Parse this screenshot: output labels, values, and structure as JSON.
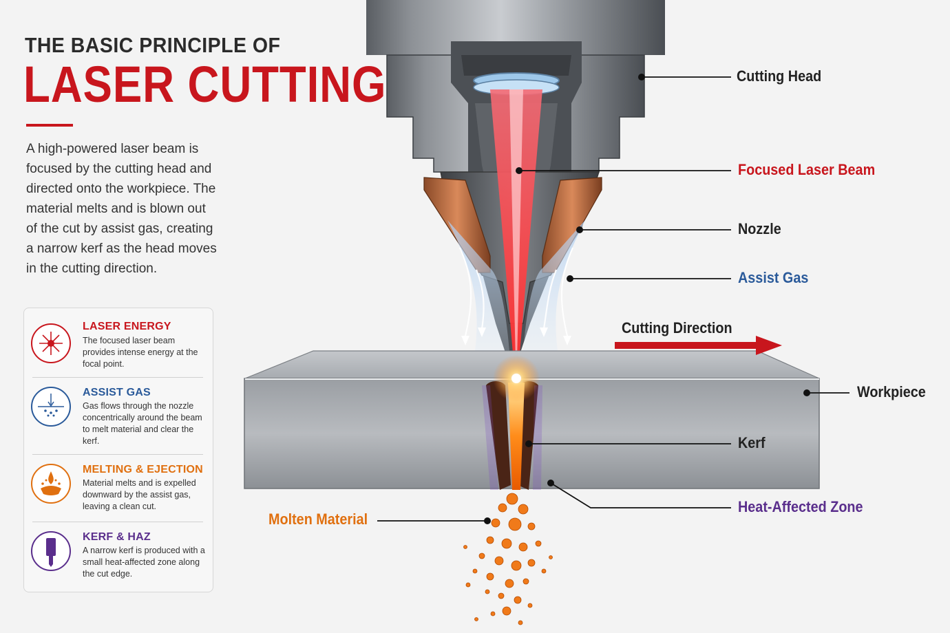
{
  "title": {
    "line1": "THE BASIC PRINCIPLE OF",
    "line2": "LASER CUTTING"
  },
  "intro": "A high-powered laser beam is focused by the cutting head and directed onto the workpiece. The material melts and is blown out of the cut by assist gas, creating a narrow kerf as the head moves in the cutting direction.",
  "features": [
    {
      "heading": "LASER ENERGY",
      "text": "The focused laser beam provides intense energy at the focal point.",
      "color": "#c8161d",
      "icon": "laser-burst-icon"
    },
    {
      "heading": "ASSIST GAS",
      "text": "Gas flows through the nozzle concentrically around the beam to melt material and clear the kerf.",
      "color": "#2a5a9a",
      "icon": "gas-flow-icon"
    },
    {
      "heading": "MELTING & EJECTION",
      "text": "Material melts and is expelled downward by the assist gas, leaving a clean cut.",
      "color": "#e07010",
      "icon": "melt-drop-icon"
    },
    {
      "heading": "KERF & HAZ",
      "text": "A narrow kerf is produced with a small heat-affected zone along the cut edge.",
      "color": "#5a2e8c",
      "icon": "kerf-icon"
    }
  ],
  "labels": {
    "cutting_head": "Cutting Head",
    "focused_laser_beam": "Focused Laser Beam",
    "nozzle": "Nozzle",
    "assist_gas": "Assist Gas",
    "cutting_direction": "Cutting Direction",
    "workpiece": "Workpiece",
    "kerf": "Kerf",
    "heat_affected_zone": "Heat-Affected Zone",
    "molten_material": "Molten Material"
  },
  "colors": {
    "red": "#c8161d",
    "blue": "#2a5a9a",
    "orange": "#e07010",
    "purple": "#5a2e8c",
    "dark": "#222222"
  }
}
